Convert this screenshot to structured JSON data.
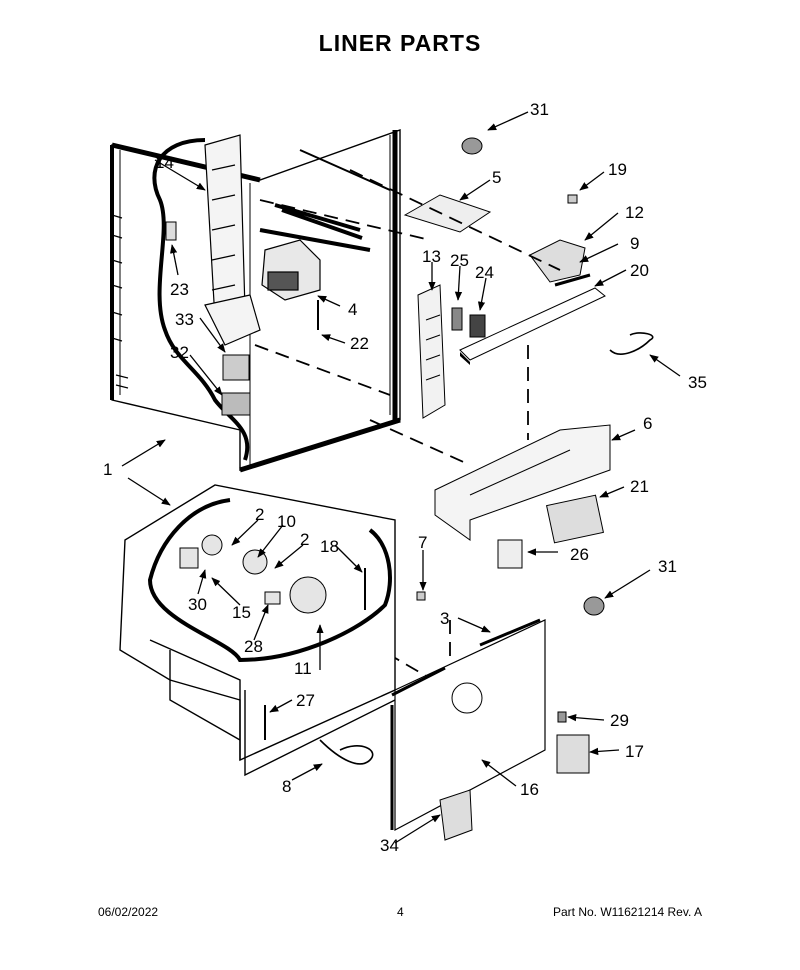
{
  "title": "LINER PARTS",
  "callouts": {
    "c1": "1",
    "c2a": "2",
    "c2b": "2",
    "c3": "3",
    "c4": "4",
    "c5": "5",
    "c6": "6",
    "c7": "7",
    "c8": "8",
    "c9": "9",
    "c10": "10",
    "c11": "11",
    "c12": "12",
    "c13": "13",
    "c14": "14",
    "c15": "15",
    "c16": "16",
    "c17": "17",
    "c18": "18",
    "c19": "19",
    "c20": "20",
    "c21": "21",
    "c22": "22",
    "c23": "23",
    "c24": "24",
    "c25": "25",
    "c26": "26",
    "c27": "27",
    "c28": "28",
    "c29": "29",
    "c30": "30",
    "c31a": "31",
    "c31b": "31",
    "c32": "32",
    "c33": "33",
    "c34": "34",
    "c35": "35"
  },
  "footer": {
    "date": "06/02/2022",
    "page": "4",
    "part": "Part No.  W11621214  Rev.  A"
  }
}
